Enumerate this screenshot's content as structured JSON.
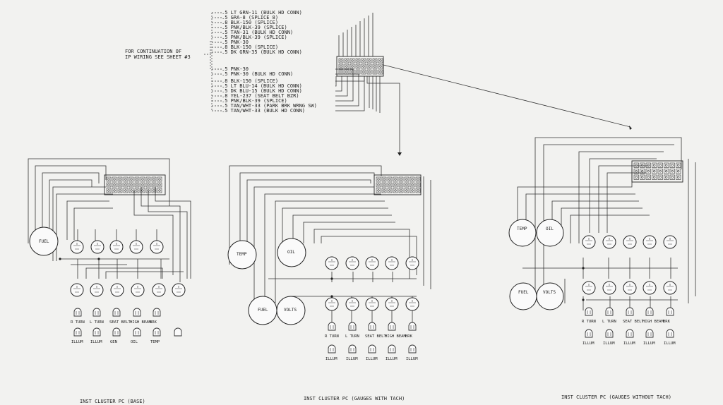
{
  "header_wires": [
    ".5 LT GRN-11 (BULK HD CONN)",
    ".5 GRA-8 (SPLICE 8)",
    ".8 BLK-150 (SPLICE)",
    ".5 PNK/BLK-39 (SPLICE)",
    ".5 TAN-31 (BULK HD CONN)",
    ".5 PNK/BLK-39 (SPLICE)",
    ".5 PNK-30",
    ".8 BLK-150 (SPLICE)",
    ".5 DK GRN-35 (BULK HD CONN)",
    ".5 PNK-30",
    ".5 PNK-30 (BULK HD CONN)",
    ".8 BLK-150 (SPLICE)",
    ".5 LT BLU-14 (BULK HD CONN)",
    ".5 DK BLU-15 (BULK HD CONN)",
    ".8 YEL-237 (SEAT BELT BZR)",
    ".5 PNK/BLK-39 (SPLICE)",
    ".5 TAN/WHT-33 (PARK BRK WRNG SW)",
    ".5 TAN/WHT-33 (BULK HD CONN)"
  ],
  "note": [
    "FOR CONTINUATION OF",
    "IP WIRING SEE SHEET #3"
  ],
  "panels": [
    {
      "caption": "INST CLUSTER PC (BASE)",
      "gauges": [
        "FUEL"
      ],
      "lamp_labels": [
        "R TURN",
        "L TURN",
        "SEAT BELT",
        "HIGH BEAM",
        "BRK"
      ],
      "lower_labels": [
        "ILLUM",
        "ILLUM",
        "GEN",
        "OIL",
        "TEMP"
      ]
    },
    {
      "caption": "INST CLUSTER PC (GAUGES WITH TACH)",
      "gauges": [
        "TEMP",
        "OIL",
        "FUEL",
        "VOLTS"
      ],
      "lamp_labels": [
        "R TURN",
        "L TURN",
        "SEAT BELT",
        "HIGH BEAM",
        "BRK"
      ],
      "lower_labels": [
        "ILLUM",
        "ILLUM",
        "ILLUM",
        "ILLUM",
        "ILLUM"
      ]
    },
    {
      "caption": "INST CLUSTER PC (GAUGES WITHOUT TACH)",
      "gauges": [
        "TEMP",
        "OIL",
        "FUEL",
        "VOLTS"
      ],
      "lamp_labels": [
        "R TURN",
        "L TURN",
        "SEAT BELT",
        "HIGH BEAM",
        "BRK"
      ],
      "lower_labels": [
        "ILLUM",
        "ILLUM",
        "ILLUM",
        "ILLUM",
        "ILLUM"
      ]
    }
  ]
}
